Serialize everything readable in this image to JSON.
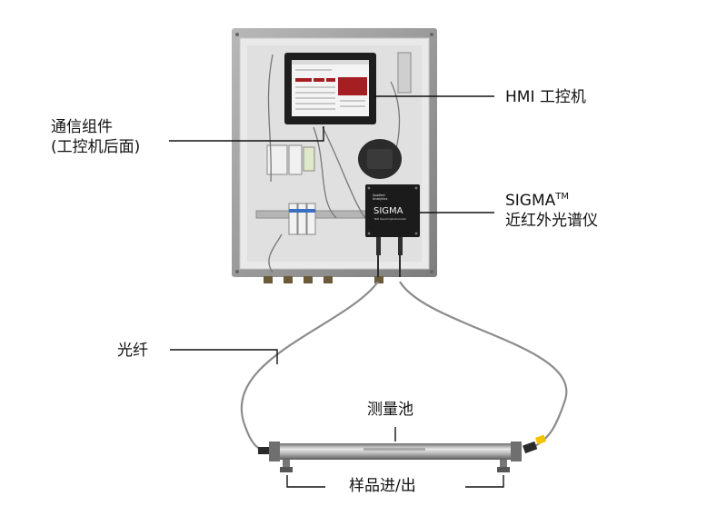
{
  "labels": {
    "hmi": "HMI 工控机",
    "comm_line1": "通信组件",
    "comm_line2": "(工控机后面)",
    "sigma_line1": "SIGMA",
    "sigma_tm": "TM",
    "sigma_line2": "近红外光谱仪",
    "fiber": "光纤",
    "cell": "测量池",
    "sample": "样品进/出"
  },
  "device_text": {
    "brand_top": "Applied",
    "brand_bottom": "Analytics",
    "model": "SIGMA",
    "model_sub": "NIR Spectrophotometer"
  },
  "colors": {
    "panel_frame": "#9a9a9a",
    "panel_face": "#e4e4e4",
    "spectrometer": "#1b1b1b",
    "screen_accent": "#a51e22",
    "fiber": "#8c8c8c",
    "fiber_tip": "#f2c400",
    "leader": "#111111"
  }
}
